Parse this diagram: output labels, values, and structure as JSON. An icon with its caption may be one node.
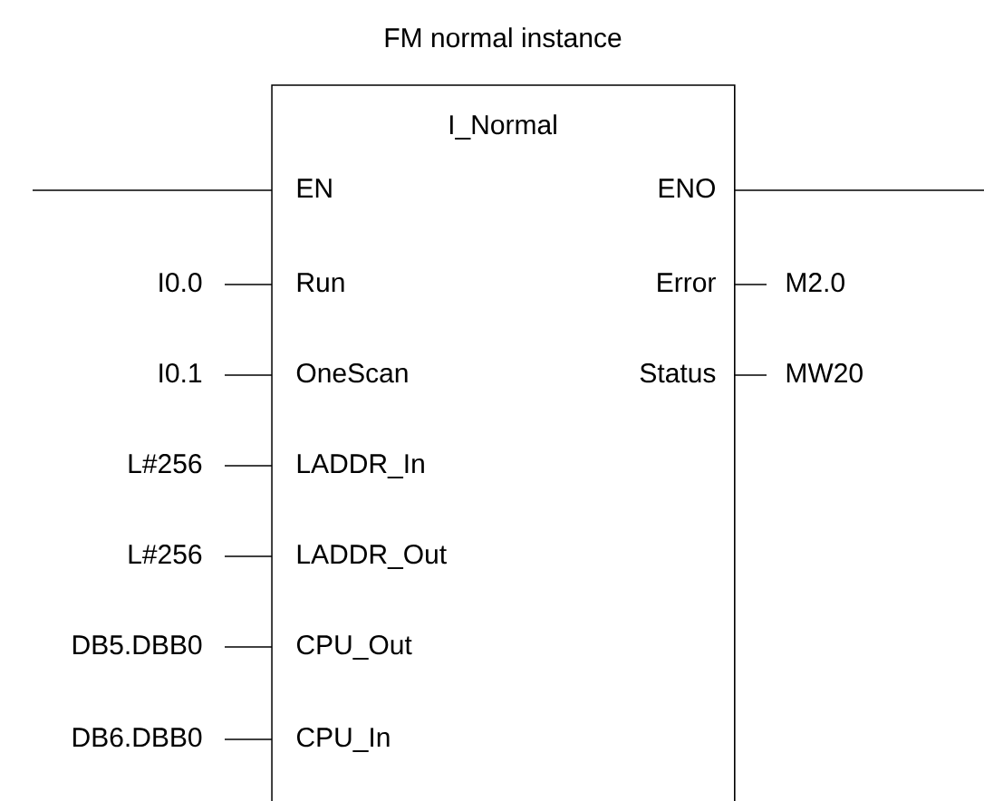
{
  "diagram": {
    "nodes": [
      {
        "text": [
          "FM normal instance",
          "I_Normal"
        ]
      },
      {
        "text": [
          "EN"
        ],
        "in": 0
      },
      {
        "text": [
          "ENO"
        ],
        "in": 0
      },
      {
        "text": [
          "Run"
        ],
        "in": 0
      },
      {
        "text": [
          "Error"
        ],
        "in": 0
      },
      {
        "text": [
          "OneScan"
        ],
        "in": 0
      },
      {
        "text": [
          "Status"
        ],
        "in": 0
      },
      {
        "text": [
          "LADDR_In"
        ],
        "in": 0
      },
      {
        "text": [
          "LADDR_Out"
        ],
        "in": 0
      },
      {
        "text": [
          "CPU_Out"
        ],
        "in": 0
      },
      {
        "text": [
          "CPU_In"
        ],
        "in": 0
      },
      {
        "text": [
          "I0.0"
        ]
      },
      {
        "text": [
          "M2.0"
        ]
      },
      {
        "text": [
          "I0.1"
        ]
      },
      {
        "text": [
          "MW20"
        ]
      },
      {
        "text": [
          "L#256"
        ]
      },
      {
        "text": [
          "L#256"
        ]
      },
      {
        "text": [
          "DB5.DBB0"
        ]
      },
      {
        "text": [
          "DB6.DBB0"
        ]
      }
    ],
    "edges": [
      {
        "from": null,
        "to": 1,
        "arrow": "none"
      },
      {
        "from": 2,
        "to": null,
        "arrow": "none"
      },
      {
        "from": 11,
        "to": 3,
        "arrow": "none"
      },
      {
        "from": 4,
        "to": 12,
        "arrow": "none"
      },
      {
        "from": 13,
        "to": 5,
        "arrow": "none"
      },
      {
        "from": 6,
        "to": 14,
        "arrow": "none"
      },
      {
        "from": 15,
        "to": 7,
        "arrow": "none"
      },
      {
        "from": 16,
        "to": 8,
        "arrow": "none"
      },
      {
        "from": 17,
        "to": 9,
        "arrow": "none"
      },
      {
        "from": 18,
        "to": 10,
        "arrow": "none"
      }
    ]
  }
}
